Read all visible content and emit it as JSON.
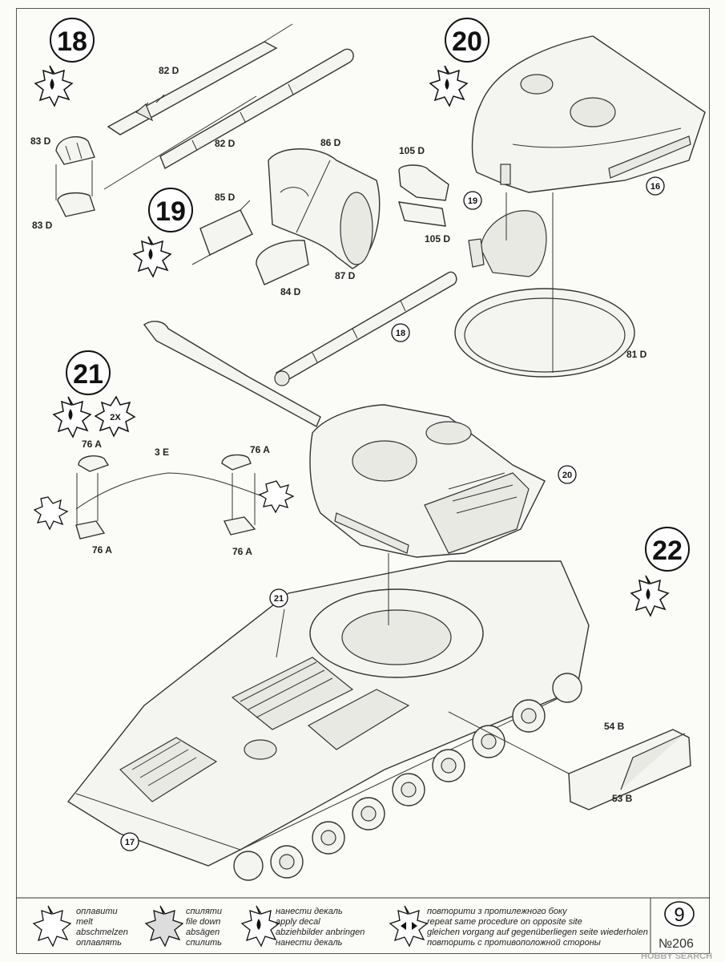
{
  "steps": {
    "s18": {
      "number": "18"
    },
    "s19": {
      "number": "19"
    },
    "s20": {
      "number": "20"
    },
    "s21": {
      "number": "21",
      "count": "2X"
    },
    "s22": {
      "number": "22"
    }
  },
  "labels": {
    "p82d_a": "82 D",
    "p82d_b": "82 D",
    "p83d_a": "83 D",
    "p83d_b": "83 D",
    "p86d": "86 D",
    "p85d": "85 D",
    "p84d": "84 D",
    "p87d": "87 D",
    "p105d_a": "105 D",
    "p105d_b": "105 D",
    "p81d": "81 D",
    "p3e": "3 E",
    "p76a_1": "76 A",
    "p76a_2": "76 A",
    "p76a_3": "76 A",
    "p76a_4": "76 A",
    "p54b": "54 B",
    "p53b": "53 B"
  },
  "callouts": {
    "c16": "16",
    "c17": "17",
    "c18": "18",
    "c19": "19",
    "c20": "20",
    "c21": "21"
  },
  "legend": {
    "melt": [
      "оплавити",
      "melt",
      "abschmelzen",
      "оплавлять"
    ],
    "file": [
      "спиляти",
      "file down",
      "absägen",
      "спилить"
    ],
    "decal": [
      "нанести деκаль",
      "apply decal",
      "abziehbilder anbringen",
      "нанести декаль"
    ],
    "repeat": [
      "повторити з протилежного боку",
      "repeat same procedure on opposite site",
      "gleichen vorgang auf gegenüberliegen seite wiederholen",
      "повторить с противоположной стороны"
    ]
  },
  "page_number": "9",
  "kit_number": "№206",
  "watermark": "HOBBY SEARCH"
}
